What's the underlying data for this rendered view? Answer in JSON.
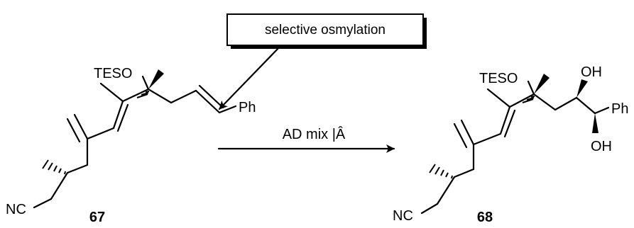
{
  "callout": {
    "text": "selective osmylation"
  },
  "reactant": {
    "id": "67",
    "labels": {
      "teso": "TESO",
      "ph": "Ph",
      "nc": "NC"
    }
  },
  "conditions": {
    "reagent": "AD  mix  |Â"
  },
  "product": {
    "id": "68",
    "labels": {
      "teso": "TESO",
      "oh_top": "OH",
      "oh_bottom": "OH",
      "ph": "Ph",
      "nc": "NC"
    }
  }
}
